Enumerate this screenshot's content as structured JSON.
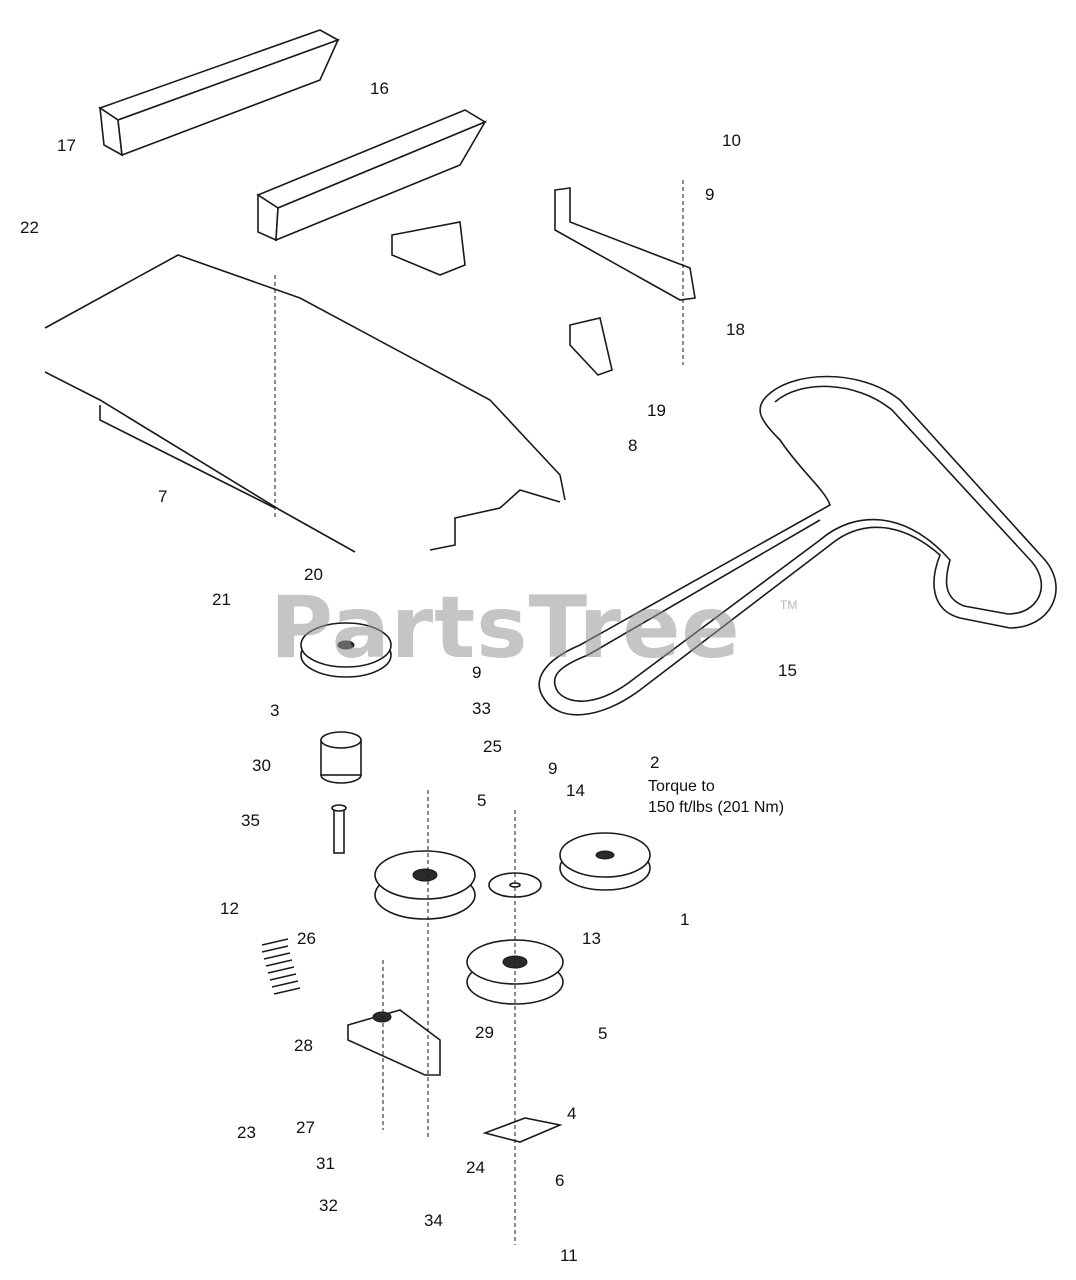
{
  "watermark": {
    "brand": "PartsTree",
    "trademark": "TM"
  },
  "torque_note": {
    "line1": "Torque to",
    "line2": "150 ft/lbs (201 Nm)"
  },
  "callouts": [
    {
      "id": "c1",
      "label": "1"
    },
    {
      "id": "c2",
      "label": "2"
    },
    {
      "id": "c3",
      "label": "3"
    },
    {
      "id": "c4",
      "label": "4"
    },
    {
      "id": "c5a",
      "label": "5"
    },
    {
      "id": "c5b",
      "label": "5"
    },
    {
      "id": "c6",
      "label": "6"
    },
    {
      "id": "c7",
      "label": "7"
    },
    {
      "id": "c8",
      "label": "8"
    },
    {
      "id": "c9a",
      "label": "9"
    },
    {
      "id": "c9b",
      "label": "9"
    },
    {
      "id": "c9c",
      "label": "9"
    },
    {
      "id": "c10",
      "label": "10"
    },
    {
      "id": "c11",
      "label": "11"
    },
    {
      "id": "c12",
      "label": "12"
    },
    {
      "id": "c13",
      "label": "13"
    },
    {
      "id": "c14",
      "label": "14"
    },
    {
      "id": "c15",
      "label": "15"
    },
    {
      "id": "c16",
      "label": "16"
    },
    {
      "id": "c17",
      "label": "17"
    },
    {
      "id": "c18",
      "label": "18"
    },
    {
      "id": "c19",
      "label": "19"
    },
    {
      "id": "c20",
      "label": "20"
    },
    {
      "id": "c21",
      "label": "21"
    },
    {
      "id": "c22",
      "label": "22"
    },
    {
      "id": "c23",
      "label": "23"
    },
    {
      "id": "c24",
      "label": "24"
    },
    {
      "id": "c25",
      "label": "25"
    },
    {
      "id": "c26",
      "label": "26"
    },
    {
      "id": "c27",
      "label": "27"
    },
    {
      "id": "c28",
      "label": "28"
    },
    {
      "id": "c29",
      "label": "29"
    },
    {
      "id": "c30",
      "label": "30"
    },
    {
      "id": "c31",
      "label": "31"
    },
    {
      "id": "c32",
      "label": "32"
    },
    {
      "id": "c33",
      "label": "33"
    },
    {
      "id": "c34",
      "label": "34"
    },
    {
      "id": "c35",
      "label": "35"
    }
  ]
}
